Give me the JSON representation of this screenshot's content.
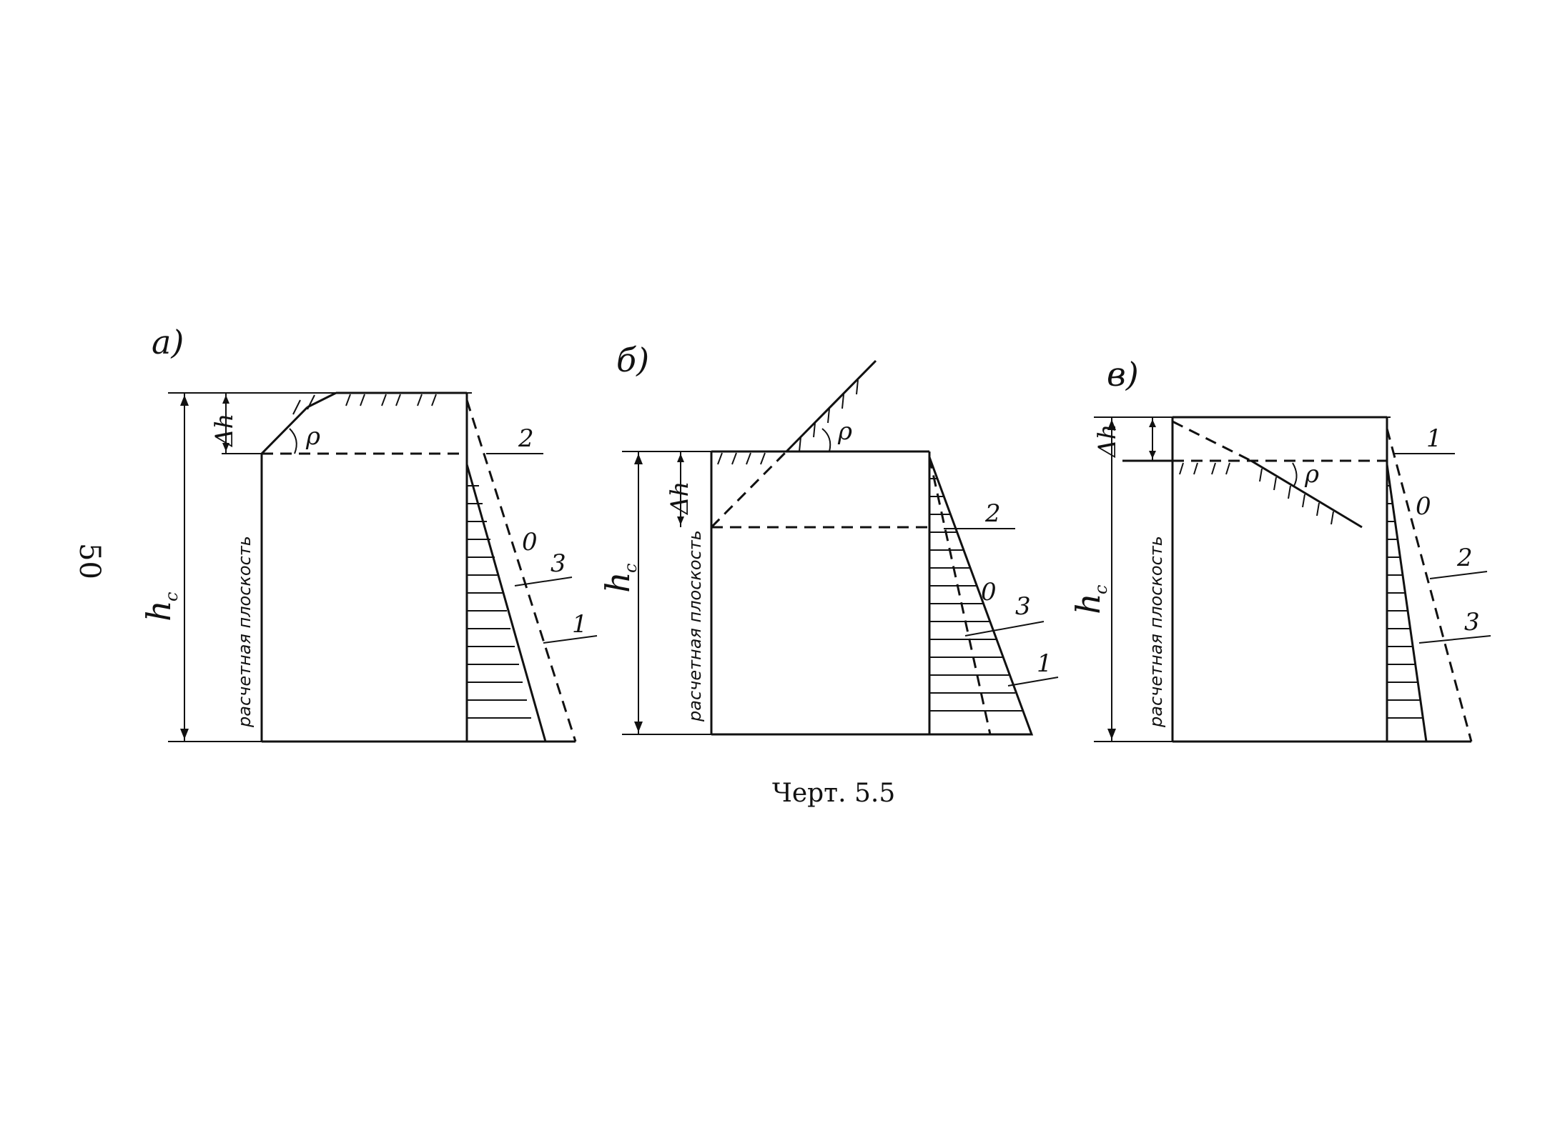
{
  "page_number": "50",
  "caption": "Черт. 5.5",
  "panels": [
    {
      "id": "a",
      "label": "а)",
      "delta_h": "Δh",
      "h_c": "h",
      "h_c_sub": "c",
      "plane_label": "расчетная плоскость",
      "angle": "ρ",
      "line_labels": [
        "2",
        "0",
        "3",
        "1"
      ]
    },
    {
      "id": "b",
      "label": "б)",
      "delta_h": "Δh",
      "h_c": "h",
      "h_c_sub": "c",
      "plane_label": "расчетная плоскость",
      "angle": "ρ",
      "line_labels": [
        "2",
        "0",
        "3",
        "1"
      ]
    },
    {
      "id": "v",
      "label": "в)",
      "delta_h": "Δh",
      "h_c": "h",
      "h_c_sub": "c",
      "plane_label": "расчетная плоскость",
      "angle": "ρ",
      "line_labels": [
        "1",
        "0",
        "2",
        "3"
      ]
    }
  ]
}
